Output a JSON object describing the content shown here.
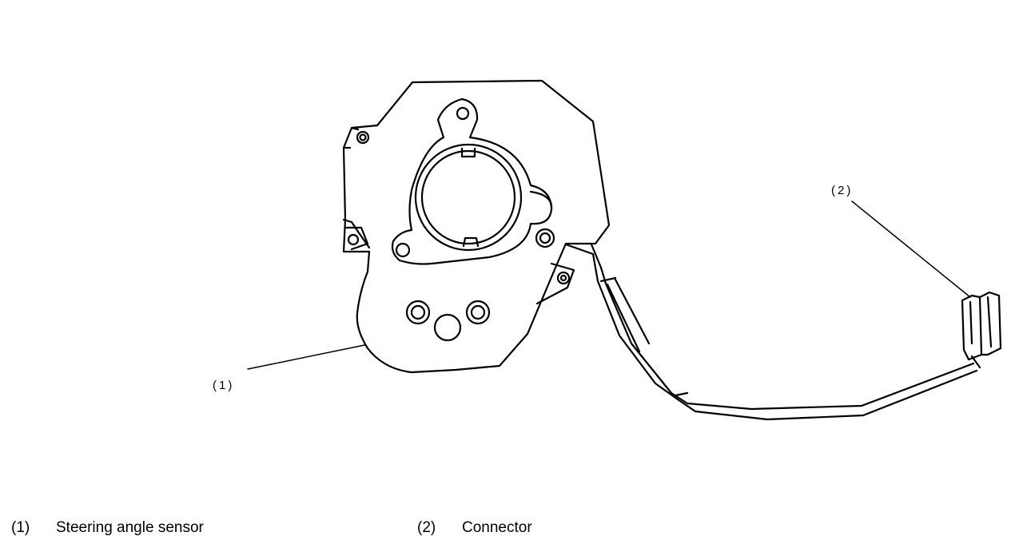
{
  "callouts": {
    "c1": "(1)",
    "c2": "(2)"
  },
  "legend": {
    "items": [
      {
        "num": "(1)",
        "label": "Steering angle sensor"
      },
      {
        "num": "(2)",
        "label": "Connector"
      }
    ]
  },
  "colors": {
    "line": "#000000",
    "background": "#ffffff"
  }
}
